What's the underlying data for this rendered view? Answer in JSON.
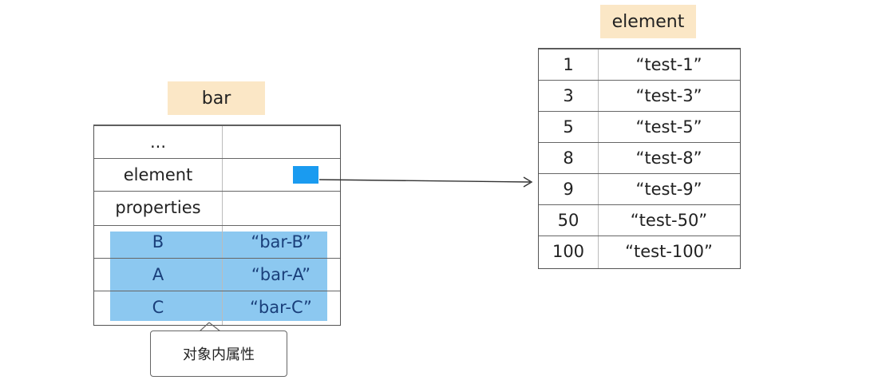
{
  "bar": {
    "label": "bar",
    "rows": [
      {
        "key": "...",
        "value": ""
      },
      {
        "key": "element",
        "value": ""
      },
      {
        "key": "properties",
        "value": ""
      },
      {
        "key": "B",
        "value": "“bar-B”"
      },
      {
        "key": "A",
        "value": "“bar-A”"
      },
      {
        "key": "C",
        "value": "“bar-C”"
      }
    ],
    "highlight_color": "#8cc8f0",
    "pointer_color": "#1a9bf0"
  },
  "element": {
    "label": "element",
    "rows": [
      {
        "key": "1",
        "value": "“test-1”"
      },
      {
        "key": "3",
        "value": "“test-3”"
      },
      {
        "key": "5",
        "value": "“test-5”"
      },
      {
        "key": "8",
        "value": "“test-8”"
      },
      {
        "key": "9",
        "value": "“test-9”"
      },
      {
        "key": "50",
        "value": "“test-50”"
      },
      {
        "key": "100",
        "value": "“test-100”"
      }
    ]
  },
  "callout": {
    "text": "对象内属性"
  },
  "label_bg": "#fbe7c6"
}
